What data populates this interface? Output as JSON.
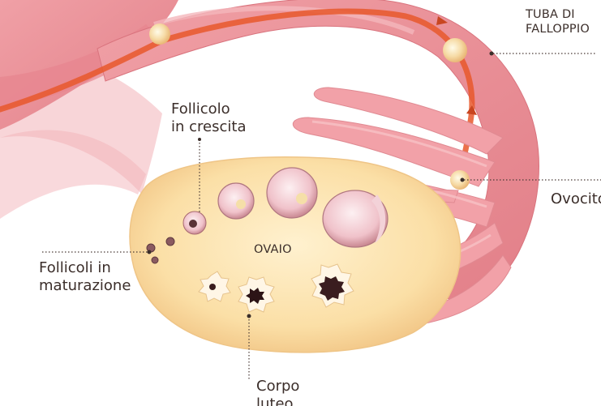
{
  "labels": {
    "tuba": {
      "line1": "TUBA DI",
      "line2": "FALLOPPIO"
    },
    "follicolo_crescita": {
      "line1": "Follicolo",
      "line2": "in crescita"
    },
    "ovocita": {
      "line1": "Ovocito"
    },
    "follicoli_maturazione": {
      "line1": "Follicoli in",
      "line2": "maturazione"
    },
    "ovaio": {
      "line1": "OVAIO"
    },
    "corpo_luteo": {
      "line1": "Corpo",
      "line2": "luteo"
    }
  },
  "colors": {
    "tube": "#ea8a92",
    "tube_dark": "#d9646f",
    "fimbriae": "#f2a2a8",
    "ovary": "#fbe0a8",
    "ovary_edge": "#f3c98a",
    "follicle": "#f4c4cd",
    "oocyte_path": "#e8582c",
    "leader": "#4a3a36"
  }
}
